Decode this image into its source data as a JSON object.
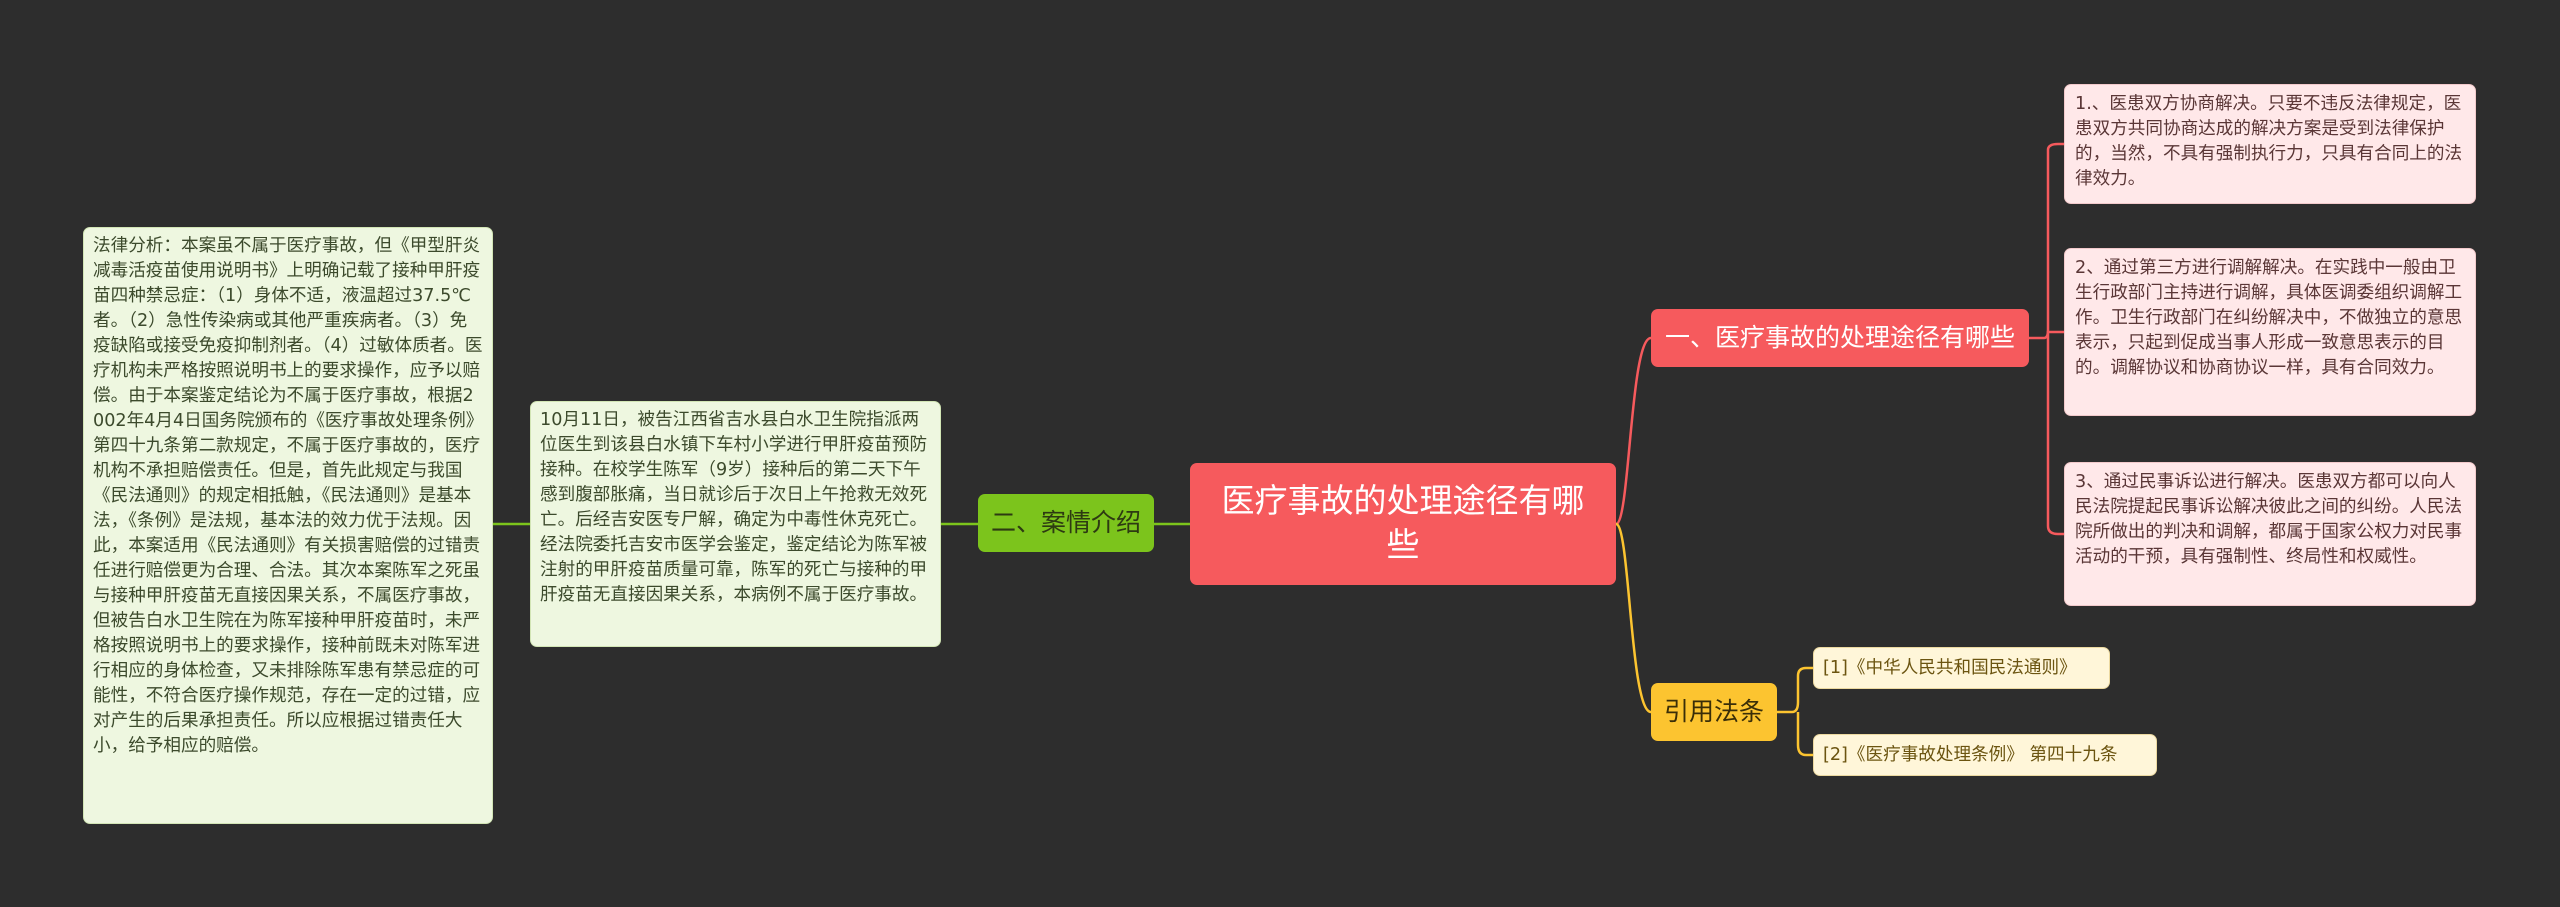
{
  "root": "医疗事故的处理途径有哪些",
  "branches": {
    "b1": {
      "label": "一、医疗事故的处理途径有哪些",
      "color": "#f65a5d",
      "children": [
        "1.、医患双方协商解决。只要不违反法律规定，医患双方共同协商达成的解决方案是受到法律保护的，当然，不具有强制执行力，只具有合同上的法律效力。",
        "2、通过第三方进行调解解决。在实践中一般由卫生行政部门主持进行调解，具体医调委组织调解工作。卫生行政部门在纠纷解决中，不做独立的意思表示，只起到促成当事人形成一致意思表示的目的。调解协议和协商协议一样，具有合同效力。",
        "3、通过民事诉讼进行解决。医患双方都可以向人民法院提起民事诉讼解决彼此之间的纠纷。人民法院所做出的判决和调解，都属于国家公权力对民事活动的干预，具有强制性、终局性和权威性。"
      ]
    },
    "b2": {
      "label": "二、案情介绍",
      "color": "#7cc41c",
      "child": "10月11日，被告江西省吉水县白水卫生院指派两位医生到该县白水镇下车村小学进行甲肝疫苗预防接种。在校学生陈军（9岁）接种后的第二天下午感到腹部胀痛，当日就诊后于次日上午抢救无效死亡。后经吉安医专尸解，确定为中毒性休克死亡。经法院委托吉安市医学会鉴定，鉴定结论为陈军被注射的甲肝疫苗质量可靠，陈军的死亡与接种的甲肝疫苗无直接因果关系，本病例不属于医疗事故。",
      "grandchild": "法律分析：本案虽不属于医疗事故，但《甲型肝炎减毒活疫苗使用说明书》上明确记载了接种甲肝疫苗四种禁忌症：（1）身体不适，液温超过37.5℃者。（2）急性传染病或其他严重疾病者。（3）免疫缺陷或接受免疫抑制剂者。（4）过敏体质者。医疗机构未严格按照说明书上的要求操作，应予以赔偿。由于本案鉴定结论为不属于医疗事故，根据2002年4月4日国务院颁布的《医疗事故处理条例》第四十九条第二款规定，不属于医疗事故的，医疗机构不承担赔偿责任。但是，首先此规定与我国《民法通则》的规定相抵触，《民法通则》是基本法，《条例》是法规，基本法的效力优于法规。因此，本案适用《民法通则》有关损害赔偿的过错责任进行赔偿更为合理、合法。其次本案陈军之死虽与接种甲肝疫苗无直接因果关系，不属医疗事故，但被告白水卫生院在为陈军接种甲肝疫苗时，未严格按照说明书上的要求操作，接种前既未对陈军进行相应的身体检查，又未排除陈军患有禁忌症的可能性，不符合医疗操作规范，存在一定的过错，应对产生的后果承担责任。所以应根据过错责任大小，给予相应的赔偿。"
    },
    "b3": {
      "label": "引用法条",
      "color": "#fcc430",
      "children": [
        "[1]《中华人民共和国民法通则》",
        "[2]《医疗事故处理条例》 第四十九条"
      ]
    }
  }
}
